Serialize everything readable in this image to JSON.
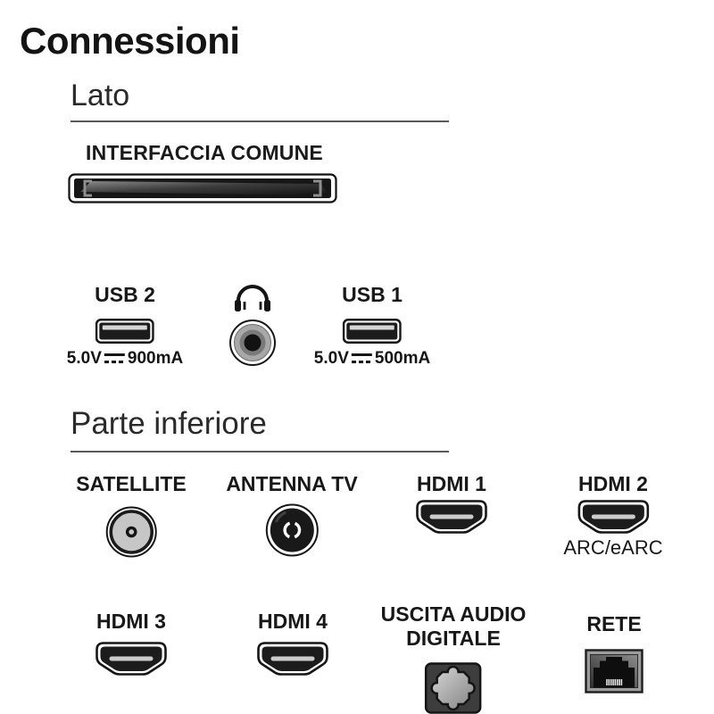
{
  "title": "Connessioni",
  "sections": {
    "side": {
      "heading": "Lato",
      "common_interface_label": "INTERFACCIA COMUNE",
      "usb2": {
        "label": "USB 2",
        "volts": "5.0V",
        "amps": "900mA"
      },
      "usb1": {
        "label": "USB 1",
        "volts": "5.0V",
        "amps": "500mA"
      },
      "headphones_icon": "headphones-with-3.5mm-jack"
    },
    "bottom": {
      "heading": "Parte inferiore",
      "satellite_label": "SATELLITE",
      "antenna_label": "ANTENNA TV",
      "hdmi1_label": "HDMI 1",
      "hdmi2_label": "HDMI 2",
      "hdmi2_sublabel": "ARC/eARC",
      "hdmi3_label": "HDMI 3",
      "hdmi4_label": "HDMI 4",
      "digital_audio_label_line1": "USCITA AUDIO",
      "digital_audio_label_line2": "DIGITALE",
      "network_label": "RETE"
    },
    "colors": {
      "text": "#1b1b1b",
      "rule": "#5a5a5a",
      "port_black": "#1c1c1c",
      "connector_gray": "#c6c6c6"
    }
  }
}
